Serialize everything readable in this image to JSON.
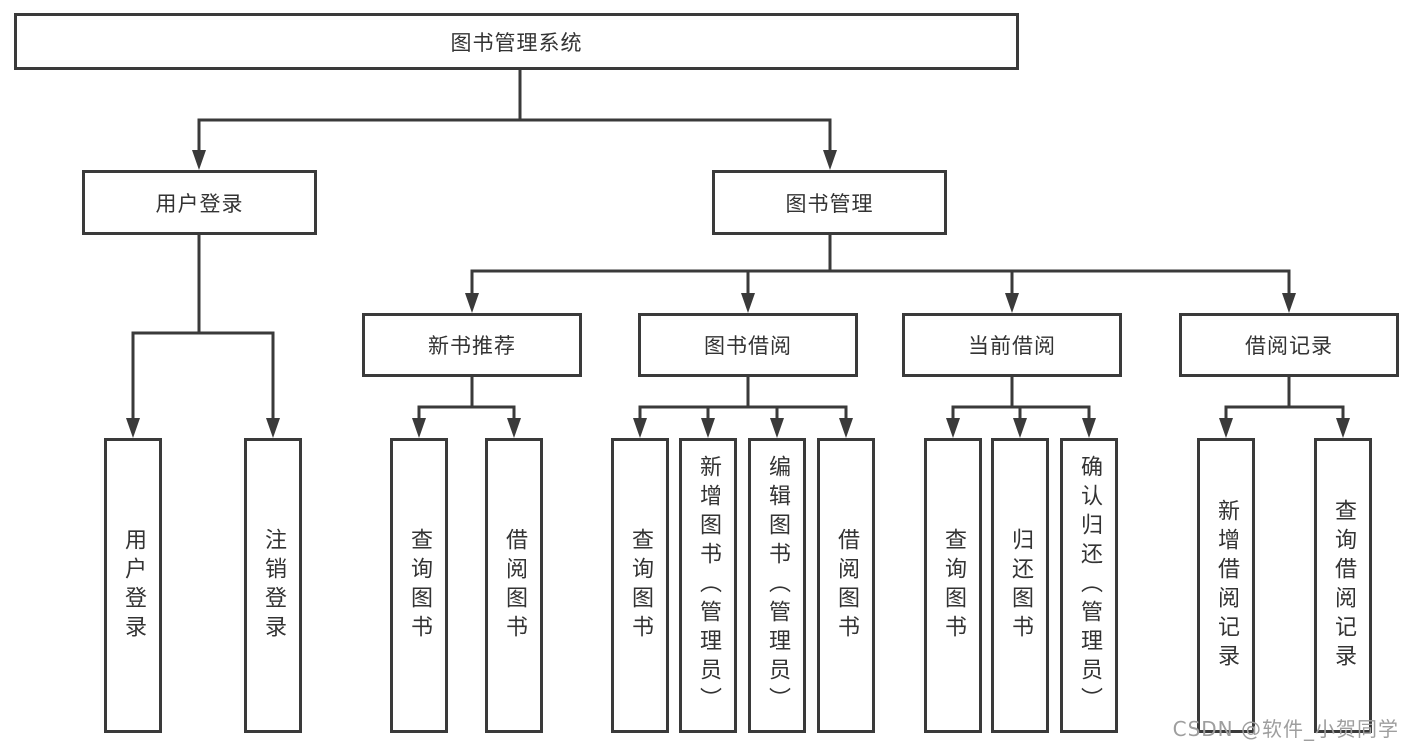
{
  "tree": {
    "root": {
      "label": "图书管理系统",
      "children": [
        {
          "label": "用户登录",
          "children": [
            {
              "label": "用户登录"
            },
            {
              "label": "注销登录"
            }
          ]
        },
        {
          "label": "图书管理",
          "children": [
            {
              "label": "新书推荐",
              "children": [
                {
                  "label": "查询图书"
                },
                {
                  "label": "借阅图书"
                }
              ]
            },
            {
              "label": "图书借阅",
              "children": [
                {
                  "label": "查询图书"
                },
                {
                  "label": "新增图书（管理员）"
                },
                {
                  "label": "编辑图书（管理员）"
                },
                {
                  "label": "借阅图书"
                }
              ]
            },
            {
              "label": "当前借阅",
              "children": [
                {
                  "label": "查询图书"
                },
                {
                  "label": "归还图书"
                },
                {
                  "label": "确认归还（管理员）"
                }
              ]
            },
            {
              "label": "借阅记录",
              "children": [
                {
                  "label": "新增借阅记录"
                },
                {
                  "label": "查询借阅记录"
                }
              ]
            }
          ]
        }
      ]
    }
  },
  "watermark": {
    "text": "CSDN @软件_小贺同学"
  },
  "colors": {
    "line": "#3a3a3a",
    "text": "#333333",
    "watermark": "#9e9e9e",
    "background": "#ffffff"
  }
}
